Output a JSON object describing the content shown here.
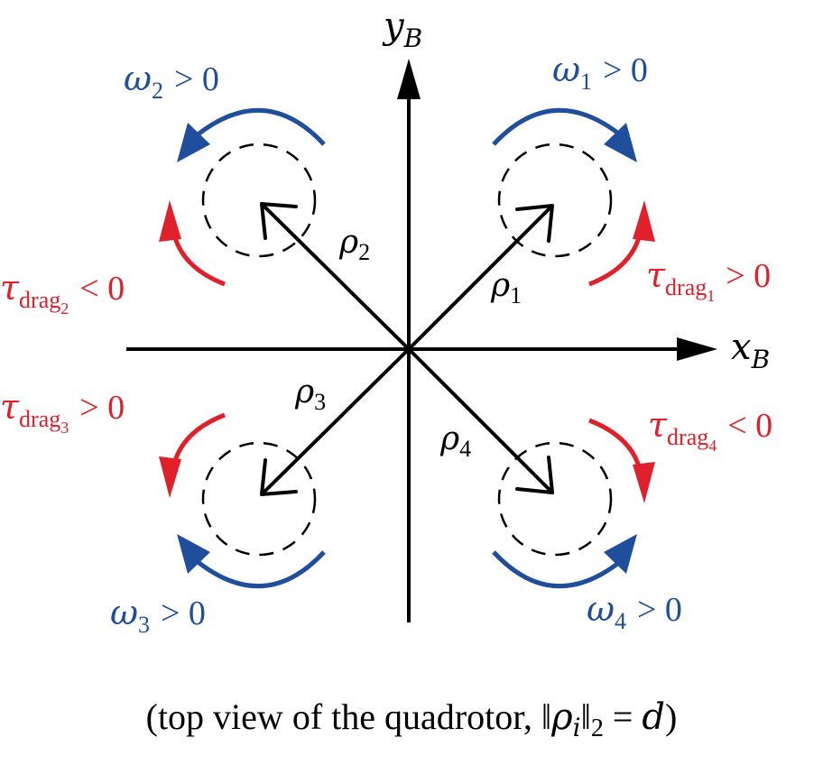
{
  "axes": {
    "x_label": "x",
    "x_sub": "B",
    "y_label": "y",
    "y_sub": "B"
  },
  "arms": [
    {
      "symbol": "ρ",
      "index": "1"
    },
    {
      "symbol": "ρ",
      "index": "2"
    },
    {
      "symbol": "ρ",
      "index": "3"
    },
    {
      "symbol": "ρ",
      "index": "4"
    }
  ],
  "rotor_speeds": [
    {
      "symbol": "ω",
      "index": "1",
      "relation": "> 0"
    },
    {
      "symbol": "ω",
      "index": "2",
      "relation": "> 0"
    },
    {
      "symbol": "ω",
      "index": "3",
      "relation": "> 0"
    },
    {
      "symbol": "ω",
      "index": "4",
      "relation": "> 0"
    }
  ],
  "drag_torques": [
    {
      "symbol": "τ",
      "sub": "drag",
      "index": "1",
      "relation": "> 0"
    },
    {
      "symbol": "τ",
      "sub": "drag",
      "index": "2",
      "relation": "< 0"
    },
    {
      "symbol": "τ",
      "sub": "drag",
      "index": "3",
      "relation": "> 0"
    },
    {
      "symbol": "τ",
      "sub": "drag",
      "index": "4",
      "relation": "< 0"
    }
  ],
  "caption": {
    "prefix": "(top view of the quadrotor, ‖",
    "rho": "ρ",
    "i": "i",
    "norm_close": "‖",
    "two": "2",
    "equals": " = ",
    "d": "d",
    "suffix": ")"
  },
  "colors": {
    "blue": "#1f4e9c",
    "red": "#e0202a",
    "black": "#000000"
  }
}
